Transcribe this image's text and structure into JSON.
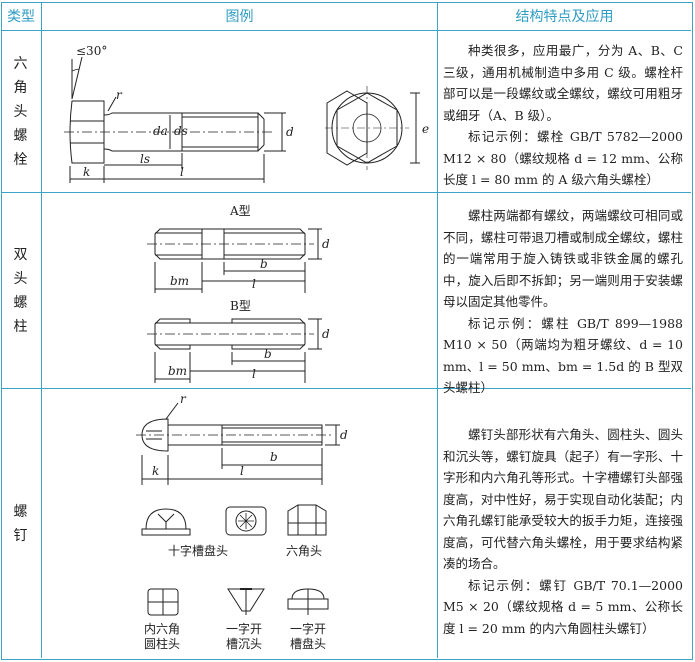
{
  "header": {
    "col_type": "类型",
    "col_figure": "图例",
    "col_desc": "结构特点及应用"
  },
  "rows": [
    {
      "type": [
        "六",
        "角",
        "头",
        "螺",
        "栓"
      ],
      "desc": [
        "种类很多，应用最广，分为 A、B、C 三级，通用机械制造中多用 C 级。螺栓杆部可以是一段螺纹或全螺纹，螺纹可用粗牙或细牙（A、B 级）。",
        "标记示例：螺栓 GB/T 5782—2000 M12 × 80（螺纹规格 d = 12 mm、公称长度 l = 80 mm 的 A 级六角头螺栓）"
      ],
      "labels": {
        "angle": "≤30°",
        "r": "r",
        "da": "da",
        "ds": "ds",
        "d": "d",
        "ls": "ls",
        "k": "k",
        "l": "l",
        "e": "e"
      }
    },
    {
      "type": [
        "双",
        "头",
        "螺",
        "柱"
      ],
      "desc": [
        "螺柱两端都有螺纹，两端螺纹可相同或不同，螺柱可带退刀槽或制成全螺纹，螺柱的一端常用于旋入铸铁或非铁金属的螺孔中，旋入后即不拆卸；另一端则用于安装螺母以固定其他零件。",
        "标记示例：螺柱 GB/T 899—1988 M10 × 50（两端均为粗牙螺纹、d = 10 mm、l = 50 mm、bm = 1.5d 的 B 型双头螺柱）"
      ],
      "labels": {
        "type_a": "A型",
        "type_b": "B型",
        "d": "d",
        "b": "b",
        "bm": "bm",
        "l": "l"
      }
    },
    {
      "type": [
        "螺",
        "钉"
      ],
      "desc": [
        "螺钉头部形状有六角头、圆柱头、圆头和沉头等，螺钉旋具（起子）有一字形、十字形和内六角孔等形式。十字槽螺钉头部强度高，对中性好，易于实现自动化装配；内六角孔螺钉能承受较大的扳手力矩，连接强度高，可代替六角头螺栓，用于要求结构紧凑的场合。",
        "标记示例：螺钉 GB/T 70.1—2000 M5 × 20（螺纹规格 d = 5 mm、公称长度 l = 20 mm 的内六角圆柱头螺钉）"
      ],
      "labels": {
        "r": "r",
        "d": "d",
        "b": "b",
        "k": "k",
        "l": "l",
        "cross_pan": "十字槽盘头",
        "hex_head": "六角头",
        "socket_cap": [
          "内六角",
          "圆柱头"
        ],
        "slot_csk": [
          "一字开",
          "槽沉头"
        ],
        "slot_pan": [
          "一字开",
          "槽盘头"
        ]
      }
    }
  ]
}
